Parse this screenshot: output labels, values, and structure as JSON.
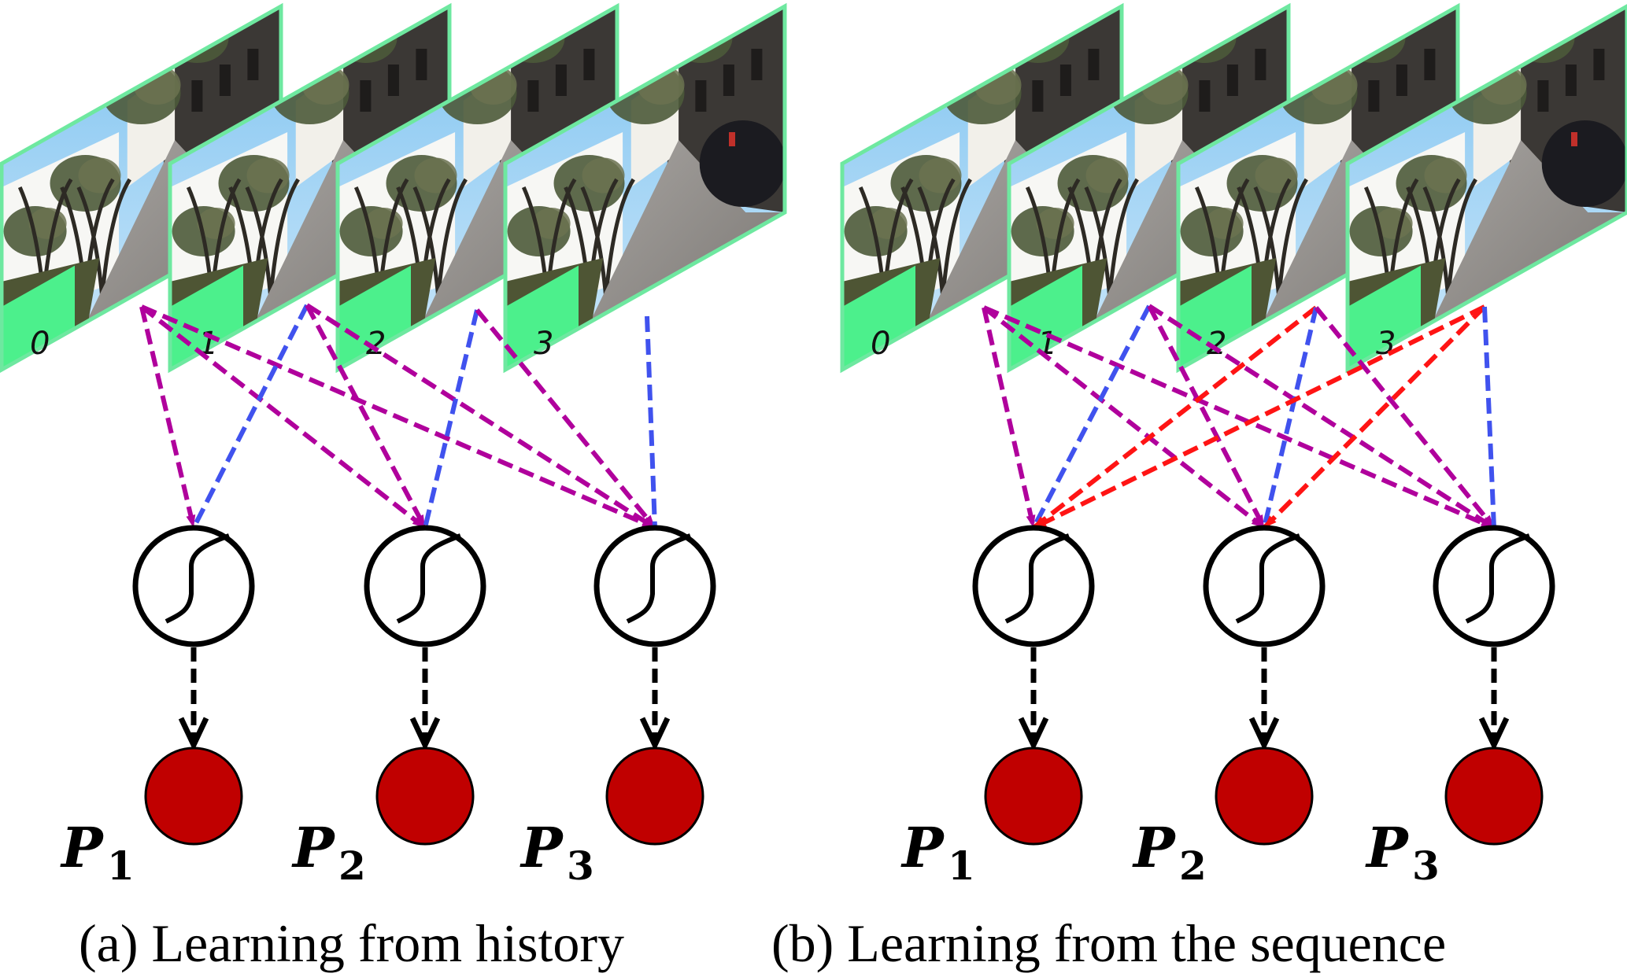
{
  "panels": [
    {
      "id": "a",
      "caption": "(a) Learning from history",
      "frames": [
        {
          "label": "0"
        },
        {
          "label": "1"
        },
        {
          "label": "2"
        },
        {
          "label": "3"
        }
      ],
      "nodes": [
        {
          "label": "P",
          "subscript": "1"
        },
        {
          "label": "P",
          "subscript": "2"
        },
        {
          "label": "P",
          "subscript": "3"
        }
      ],
      "edges": [
        {
          "from_frame": 0,
          "to_node": 0,
          "type": "history"
        },
        {
          "from_frame": 0,
          "to_node": 1,
          "type": "history"
        },
        {
          "from_frame": 0,
          "to_node": 2,
          "type": "history"
        },
        {
          "from_frame": 1,
          "to_node": 0,
          "type": "current"
        },
        {
          "from_frame": 1,
          "to_node": 1,
          "type": "history"
        },
        {
          "from_frame": 1,
          "to_node": 2,
          "type": "history"
        },
        {
          "from_frame": 2,
          "to_node": 1,
          "type": "current"
        },
        {
          "from_frame": 2,
          "to_node": 2,
          "type": "history"
        },
        {
          "from_frame": 3,
          "to_node": 2,
          "type": "current"
        }
      ]
    },
    {
      "id": "b",
      "caption": "(b) Learning from the sequence",
      "frames": [
        {
          "label": "0"
        },
        {
          "label": "1"
        },
        {
          "label": "2"
        },
        {
          "label": "3"
        }
      ],
      "nodes": [
        {
          "label": "P",
          "subscript": "1"
        },
        {
          "label": "P",
          "subscript": "2"
        },
        {
          "label": "P",
          "subscript": "3"
        }
      ],
      "edges": [
        {
          "from_frame": 0,
          "to_node": 0,
          "type": "history"
        },
        {
          "from_frame": 0,
          "to_node": 1,
          "type": "history"
        },
        {
          "from_frame": 0,
          "to_node": 2,
          "type": "history"
        },
        {
          "from_frame": 1,
          "to_node": 0,
          "type": "current"
        },
        {
          "from_frame": 1,
          "to_node": 1,
          "type": "history"
        },
        {
          "from_frame": 1,
          "to_node": 2,
          "type": "history"
        },
        {
          "from_frame": 2,
          "to_node": 0,
          "type": "future"
        },
        {
          "from_frame": 2,
          "to_node": 1,
          "type": "current"
        },
        {
          "from_frame": 2,
          "to_node": 2,
          "type": "history"
        },
        {
          "from_frame": 3,
          "to_node": 0,
          "type": "future"
        },
        {
          "from_frame": 3,
          "to_node": 1,
          "type": "future"
        },
        {
          "from_frame": 3,
          "to_node": 2,
          "type": "current"
        }
      ]
    }
  ],
  "edge_colors": {
    "history": "#b0009c",
    "current": "#4052ee",
    "future": "#ff1414"
  },
  "node_colors": {
    "activation_stroke": "#000000",
    "output_fill": "#c00000",
    "frame_border": "#6ee8a0",
    "frame_label_bg": "#4cf08c"
  },
  "icons": {
    "activation": "sigmoid-curve-icon",
    "output": "filled-circle",
    "frame": "street-scene-image"
  }
}
